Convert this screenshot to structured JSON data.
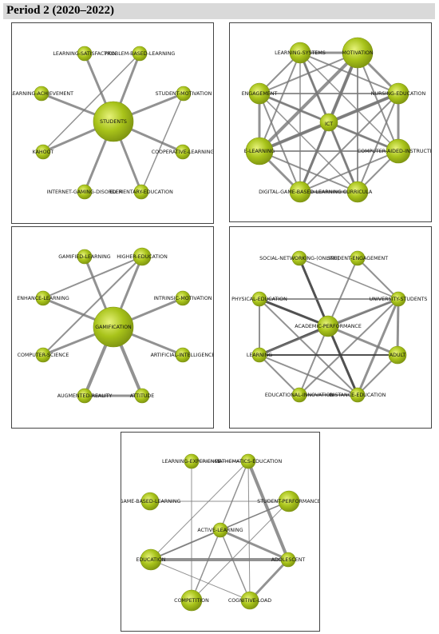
{
  "header": {
    "title": "Period 2 (2020–2022)"
  },
  "colors": {
    "node_fill": "#a8c31a",
    "node_stroke": "#7e9411",
    "edge": "#777777",
    "edge_dark": "#333333"
  },
  "networks": [
    {
      "id": "students",
      "nodes": [
        {
          "id": "STUDENTS",
          "label": "STUDENTS",
          "weight": 5
        },
        {
          "id": "LS",
          "label": "LEARNING-SATISFACTION",
          "weight": 1
        },
        {
          "id": "PBL",
          "label": "PROBLEM-BASED-LEARNING",
          "weight": 1
        },
        {
          "id": "LA",
          "label": "LEARNING-ACHIEVEMENT",
          "weight": 1
        },
        {
          "id": "SM",
          "label": "STUDENT-MOTIVATION",
          "weight": 1
        },
        {
          "id": "KAH",
          "label": "KAHOOT",
          "weight": 1
        },
        {
          "id": "CL",
          "label": "COOPERATIVE-LEARNING",
          "weight": 1
        },
        {
          "id": "IGD",
          "label": "INTERNET-GAMING-DISORDER",
          "weight": 1
        },
        {
          "id": "EE",
          "label": "ELEMENTARY-EDUCATION",
          "weight": 1
        }
      ],
      "edges": [
        {
          "source": "STUDENTS",
          "target": "LS",
          "strength": 3
        },
        {
          "source": "STUDENTS",
          "target": "PBL",
          "strength": 3
        },
        {
          "source": "STUDENTS",
          "target": "LA",
          "strength": 3
        },
        {
          "source": "STUDENTS",
          "target": "SM",
          "strength": 3
        },
        {
          "source": "STUDENTS",
          "target": "KAH",
          "strength": 3
        },
        {
          "source": "STUDENTS",
          "target": "CL",
          "strength": 3
        },
        {
          "source": "STUDENTS",
          "target": "IGD",
          "strength": 3
        },
        {
          "source": "STUDENTS",
          "target": "EE",
          "strength": 3
        },
        {
          "source": "PBL",
          "target": "KAH",
          "strength": 1.5
        },
        {
          "source": "SM",
          "target": "EE",
          "strength": 1.5
        }
      ]
    },
    {
      "id": "ict",
      "nodes": [
        {
          "id": "ICT",
          "label": "ICT",
          "weight": 1.5
        },
        {
          "id": "LSY",
          "label": "LEARNING-SYSTEMS",
          "weight": 2
        },
        {
          "id": "MOT",
          "label": "MOTIVATION",
          "weight": 3.5
        },
        {
          "id": "ENG",
          "label": "ENGAGEMENT",
          "weight": 2
        },
        {
          "id": "NE",
          "label": "NURSING-EDUCATION",
          "weight": 2
        },
        {
          "id": "EL",
          "label": "E-LEARNING",
          "weight": 3
        },
        {
          "id": "CAI",
          "label": "COMPUTER-AIDED-INSTRUCTION",
          "weight": 2.5
        },
        {
          "id": "DGBL",
          "label": "DIGITAL-GAME-BASED-LEARNING",
          "weight": 2
        },
        {
          "id": "CUR",
          "label": "CURRICULA",
          "weight": 2
        }
      ],
      "edges": [
        {
          "source": "ICT",
          "target": "LSY",
          "strength": 3
        },
        {
          "source": "ICT",
          "target": "MOT",
          "strength": 4
        },
        {
          "source": "ICT",
          "target": "ENG",
          "strength": 3
        },
        {
          "source": "ICT",
          "target": "NE",
          "strength": 4
        },
        {
          "source": "ICT",
          "target": "EL",
          "strength": 4
        },
        {
          "source": "ICT",
          "target": "CAI",
          "strength": 3
        },
        {
          "source": "ICT",
          "target": "DGBL",
          "strength": 3
        },
        {
          "source": "ICT",
          "target": "CUR",
          "strength": 3
        },
        {
          "source": "LSY",
          "target": "MOT",
          "strength": 3
        },
        {
          "source": "LSY",
          "target": "ENG",
          "strength": 2
        },
        {
          "source": "LSY",
          "target": "NE",
          "strength": 2
        },
        {
          "source": "LSY",
          "target": "EL",
          "strength": 2
        },
        {
          "source": "LSY",
          "target": "CAI",
          "strength": 1.5
        },
        {
          "source": "LSY",
          "target": "DGBL",
          "strength": 1.5
        },
        {
          "source": "LSY",
          "target": "CUR",
          "strength": 2
        },
        {
          "source": "MOT",
          "target": "ENG",
          "strength": 2
        },
        {
          "source": "MOT",
          "target": "NE",
          "strength": 3
        },
        {
          "source": "MOT",
          "target": "EL",
          "strength": 4
        },
        {
          "source": "MOT",
          "target": "CAI",
          "strength": 2
        },
        {
          "source": "MOT",
          "target": "DGBL",
          "strength": 3
        },
        {
          "source": "MOT",
          "target": "CUR",
          "strength": 2
        },
        {
          "source": "ENG",
          "target": "NE",
          "strength": 2
        },
        {
          "source": "ENG",
          "target": "EL",
          "strength": 3
        },
        {
          "source": "ENG",
          "target": "CAI",
          "strength": 1.5
        },
        {
          "source": "ENG",
          "target": "DGBL",
          "strength": 2
        },
        {
          "source": "ENG",
          "target": "CUR",
          "strength": 1.5
        },
        {
          "source": "NE",
          "target": "EL",
          "strength": 3
        },
        {
          "source": "NE",
          "target": "CAI",
          "strength": 3
        },
        {
          "source": "NE",
          "target": "DGBL",
          "strength": 2
        },
        {
          "source": "NE",
          "target": "CUR",
          "strength": 2
        },
        {
          "source": "EL",
          "target": "CAI",
          "strength": 2
        },
        {
          "source": "EL",
          "target": "DGBL",
          "strength": 3
        },
        {
          "source": "EL",
          "target": "CUR",
          "strength": 2
        },
        {
          "source": "CAI",
          "target": "DGBL",
          "strength": 2
        },
        {
          "source": "CAI",
          "target": "CUR",
          "strength": 2
        },
        {
          "source": "DGBL",
          "target": "CUR",
          "strength": 3
        }
      ]
    },
    {
      "id": "gamification",
      "nodes": [
        {
          "id": "GAM",
          "label": "GAMIFICATION",
          "weight": 5
        },
        {
          "id": "GL",
          "label": "GAMIFIED-LEARNING",
          "weight": 1
        },
        {
          "id": "HE",
          "label": "HIGHER-EDUCATION",
          "weight": 1.5
        },
        {
          "id": "ENL",
          "label": "ENHANCE-LEARNING",
          "weight": 1
        },
        {
          "id": "IM",
          "label": "INTRINSIC-MOTIVATION",
          "weight": 1
        },
        {
          "id": "CS",
          "label": "COMPUTER-SCIENCE",
          "weight": 1
        },
        {
          "id": "AI",
          "label": "ARTIFICIAL-INTELLIGENCE",
          "weight": 1
        },
        {
          "id": "AR",
          "label": "AUGMENTED-REALITY",
          "weight": 1
        },
        {
          "id": "ATT",
          "label": "ATTITUDE",
          "weight": 1
        }
      ],
      "edges": [
        {
          "source": "GAM",
          "target": "GL",
          "strength": 3
        },
        {
          "source": "GAM",
          "target": "HE",
          "strength": 3
        },
        {
          "source": "GAM",
          "target": "ENL",
          "strength": 3
        },
        {
          "source": "GAM",
          "target": "IM",
          "strength": 3
        },
        {
          "source": "GAM",
          "target": "CS",
          "strength": 3
        },
        {
          "source": "GAM",
          "target": "AI",
          "strength": 3
        },
        {
          "source": "GAM",
          "target": "AR",
          "strength": 4
        },
        {
          "source": "GAM",
          "target": "ATT",
          "strength": 4
        },
        {
          "source": "HE",
          "target": "ENL",
          "strength": 2
        },
        {
          "source": "HE",
          "target": "CS",
          "strength": 2
        },
        {
          "source": "AR",
          "target": "ATT",
          "strength": 3
        }
      ]
    },
    {
      "id": "academic",
      "nodes": [
        {
          "id": "AP",
          "label": "ACADEMIC-PERFORMANCE",
          "weight": 2
        },
        {
          "id": "SNO",
          "label": "SOCIAL-NETWORKING-(ONLINE)",
          "weight": 1
        },
        {
          "id": "SE",
          "label": "STUDENT-ENGAGEMENT",
          "weight": 1
        },
        {
          "id": "PE",
          "label": "PHYSICAL-EDUCATION",
          "weight": 1
        },
        {
          "id": "US",
          "label": "UNIVERSITY-STUDENTS",
          "weight": 1
        },
        {
          "id": "LRN",
          "label": "LEARNING",
          "weight": 1
        },
        {
          "id": "ADU",
          "label": "ADULT",
          "weight": 1.5
        },
        {
          "id": "EI",
          "label": "EDUCATIONAL-INNOVATION",
          "weight": 1
        },
        {
          "id": "DE",
          "label": "DISTANCE-EDUCATION",
          "weight": 1
        }
      ],
      "edges": [
        {
          "source": "AP",
          "target": "SNO",
          "strength": 3,
          "dark": true
        },
        {
          "source": "AP",
          "target": "SE",
          "strength": 2
        },
        {
          "source": "AP",
          "target": "PE",
          "strength": 3,
          "dark": true
        },
        {
          "source": "AP",
          "target": "US",
          "strength": 3
        },
        {
          "source": "AP",
          "target": "LRN",
          "strength": 3,
          "dark": true
        },
        {
          "source": "AP",
          "target": "ADU",
          "strength": 3
        },
        {
          "source": "AP",
          "target": "EI",
          "strength": 2
        },
        {
          "source": "AP",
          "target": "DE",
          "strength": 3,
          "dark": true
        },
        {
          "source": "SNO",
          "target": "US",
          "strength": 1.5
        },
        {
          "source": "SE",
          "target": "US",
          "strength": 2
        },
        {
          "source": "PE",
          "target": "US",
          "strength": 2
        },
        {
          "source": "PE",
          "target": "LRN",
          "strength": 2
        },
        {
          "source": "PE",
          "target": "DE",
          "strength": 2
        },
        {
          "source": "US",
          "target": "LRN",
          "strength": 2
        },
        {
          "source": "US",
          "target": "ADU",
          "strength": 3
        },
        {
          "source": "US",
          "target": "EI",
          "strength": 2
        },
        {
          "source": "US",
          "target": "DE",
          "strength": 3
        },
        {
          "source": "LRN",
          "target": "ADU",
          "strength": 2,
          "dark": true
        },
        {
          "source": "LRN",
          "target": "EI",
          "strength": 2
        },
        {
          "source": "LRN",
          "target": "DE",
          "strength": 2
        },
        {
          "source": "ADU",
          "target": "DE",
          "strength": 2
        },
        {
          "source": "EI",
          "target": "DE",
          "strength": 2
        }
      ]
    },
    {
      "id": "active",
      "nodes": [
        {
          "id": "ACL",
          "label": "ACTIVE-LEARNING",
          "weight": 1
        },
        {
          "id": "LEX",
          "label": "LEARNING-EXPERIENCE",
          "weight": 1
        },
        {
          "id": "ME",
          "label": "MATHEMATICS-EDUCATION",
          "weight": 1
        },
        {
          "id": "GBL",
          "label": "GAME-BASED-LEARNING",
          "weight": 1.5
        },
        {
          "id": "SP",
          "label": "STUDENT-PERFORMANCE",
          "weight": 2
        },
        {
          "id": "EDU",
          "label": "EDUCATION",
          "weight": 2
        },
        {
          "id": "ADO",
          "label": "ADOLESCENT",
          "weight": 1
        },
        {
          "id": "COMP",
          "label": "COMPETITION",
          "weight": 2
        },
        {
          "id": "CLO",
          "label": "COGNITIVE-LOAD",
          "weight": 1.5
        }
      ],
      "edges": [
        {
          "source": "ACL",
          "target": "ME",
          "strength": 1.5
        },
        {
          "source": "ACL",
          "target": "SP",
          "strength": 1.5
        },
        {
          "source": "ACL",
          "target": "EDU",
          "strength": 2
        },
        {
          "source": "ACL",
          "target": "ADO",
          "strength": 3
        },
        {
          "source": "ACL",
          "target": "COMP",
          "strength": 1.5
        },
        {
          "source": "ACL",
          "target": "CLO",
          "strength": 1.5
        },
        {
          "source": "LEX",
          "target": "ME",
          "strength": 1
        },
        {
          "source": "LEX",
          "target": "COMP",
          "strength": 1
        },
        {
          "source": "ME",
          "target": "EDU",
          "strength": 1
        },
        {
          "source": "ME",
          "target": "ADO",
          "strength": 4
        },
        {
          "source": "ME",
          "target": "CLO",
          "strength": 1
        },
        {
          "source": "GBL",
          "target": "SP",
          "strength": 1
        },
        {
          "source": "SP",
          "target": "EDU",
          "strength": 1
        },
        {
          "source": "SP",
          "target": "COMP",
          "strength": 1
        },
        {
          "source": "EDU",
          "target": "ADO",
          "strength": 4
        },
        {
          "source": "EDU",
          "target": "CLO",
          "strength": 1
        },
        {
          "source": "ADO",
          "target": "CLO",
          "strength": 3
        }
      ]
    }
  ]
}
